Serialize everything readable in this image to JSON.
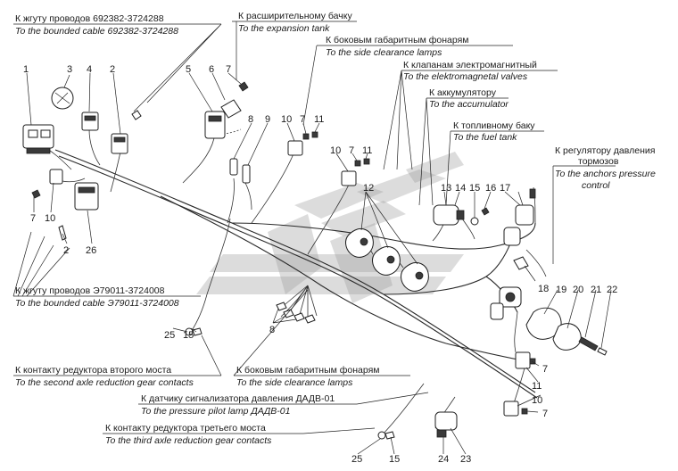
{
  "labels": {
    "cable_692382": {
      "ru": "К жгуту проводов 692382-3724288",
      "en": "To the bounded cable 692382-3724288"
    },
    "expansion_tank": {
      "ru": "К расширительному бачку",
      "en": "To the expansion tank"
    },
    "side_lamps_top": {
      "ru": "К боковым габаритным фонарям",
      "en": "To the side clearance lamps"
    },
    "em_valves": {
      "ru": "К клапанам электромагнитный",
      "en": "To the elektromagnetal valves"
    },
    "accumulator": {
      "ru": "К аккумулятору",
      "en": "To the accumulator"
    },
    "fuel_tank": {
      "ru": "К топливному баку",
      "en": "To the fuel tank"
    },
    "brake_regulator": {
      "ru1": "К регулятору давления",
      "ru2": "тормозов",
      "en1": "To the anchors pressure",
      "en2": "control"
    },
    "cable_E79011": {
      "ru": "К жгуту проводов Э79011-3724008",
      "en": "To the bounded cable Э79011-3724008"
    },
    "second_axle": {
      "ru": "К контакту редуктора второго моста",
      "en": "To the second axle reduction gear contacts"
    },
    "side_lamps_bottom": {
      "ru": "К боковым габаритным фонарям",
      "en": "To the side clearance lamps"
    },
    "pressure_sensor": {
      "ru": "К датчику сигнализатора давления ДАДВ-01",
      "en": "To the pressure pilot lamp ДАДВ-01"
    },
    "third_axle": {
      "ru": "К контакту редуктора третьего моста",
      "en": "To the third axle reduction gear contacts"
    }
  },
  "part_numbers": {
    "n1": "1",
    "n3": "3",
    "n4": "4",
    "n2a": "2",
    "n5": "5",
    "n6": "6",
    "n7a": "7",
    "n8a": "8",
    "n9": "9",
    "n10a": "10",
    "n7b": "7",
    "n11a": "11",
    "n10b": "10",
    "n7c": "7",
    "n11b": "11",
    "n12": "12",
    "n13": "13",
    "n14": "14",
    "n15a": "15",
    "n16": "16",
    "n17": "17",
    "n7d": "7",
    "n10c": "10",
    "n2b": "2",
    "n26": "26",
    "n18": "18",
    "n19": "19",
    "n20": "20",
    "n21": "21",
    "n22": "22",
    "n25a": "25",
    "n15b": "15",
    "n8b": "8",
    "n7e": "7",
    "n11c": "11",
    "n10d": "10",
    "n7f": "7",
    "n25b": "25",
    "n15c": "15",
    "n24": "24",
    "n23": "23"
  }
}
